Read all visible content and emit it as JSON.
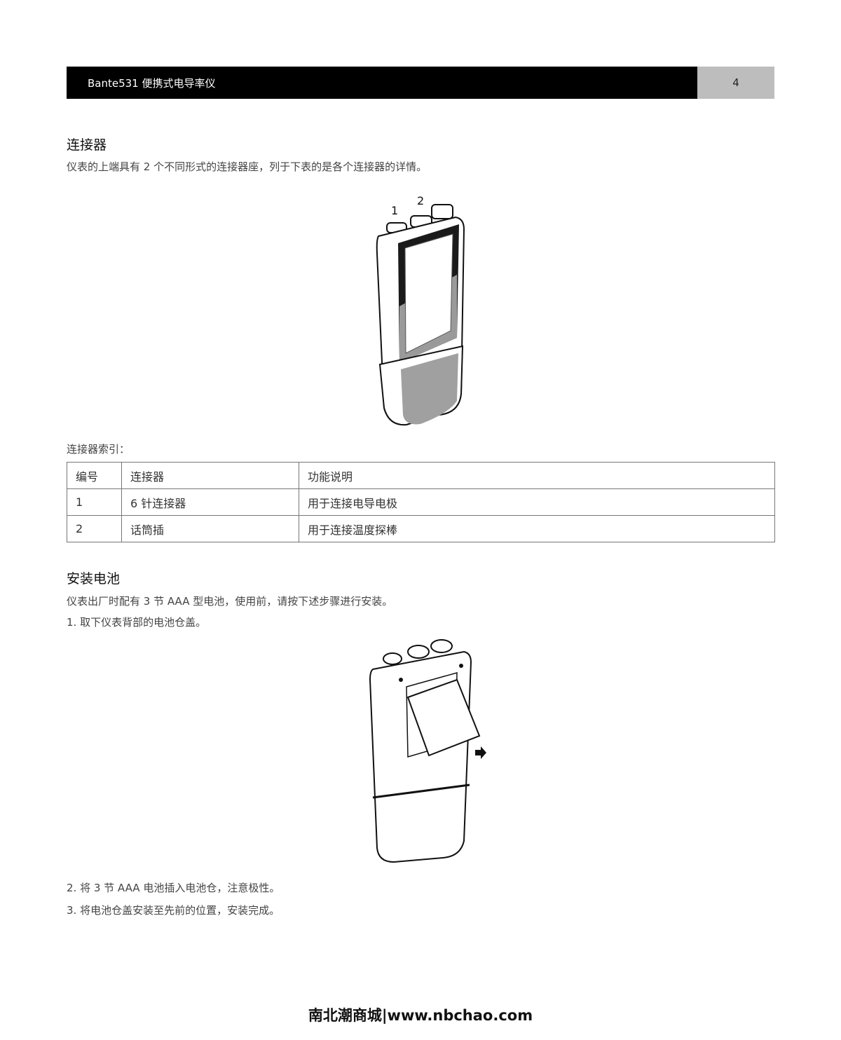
{
  "header": {
    "title": "Bante531 便携式电导率仪",
    "page": "4"
  },
  "section1": {
    "heading": "连接器",
    "intro": "仪表的上端具有 2 个不同形式的连接器座，列于下表的是各个连接器的详情。",
    "figure_labels": [
      "1",
      "2"
    ],
    "table_caption": "连接器索引：",
    "table": {
      "headers": [
        "编号",
        "连接器",
        "功能说明"
      ],
      "rows": [
        [
          "1",
          "6 针连接器",
          "用于连接电导电极"
        ],
        [
          "2",
          "话筒插",
          "用于连接温度探棒"
        ]
      ]
    }
  },
  "section2": {
    "heading": "安装电池",
    "intro": "仪表出厂时配有 3 节 AAA 型电池，使用前，请按下述步骤进行安装。",
    "steps": [
      "1. 取下仪表背部的电池仓盖。",
      "2. 将 3 节 AAA 电池插入电池仓，注意极性。",
      "3. 将电池仓盖安装至先前的位置，安装完成。"
    ]
  },
  "footer": "南北潮商城|www.nbchao.com"
}
